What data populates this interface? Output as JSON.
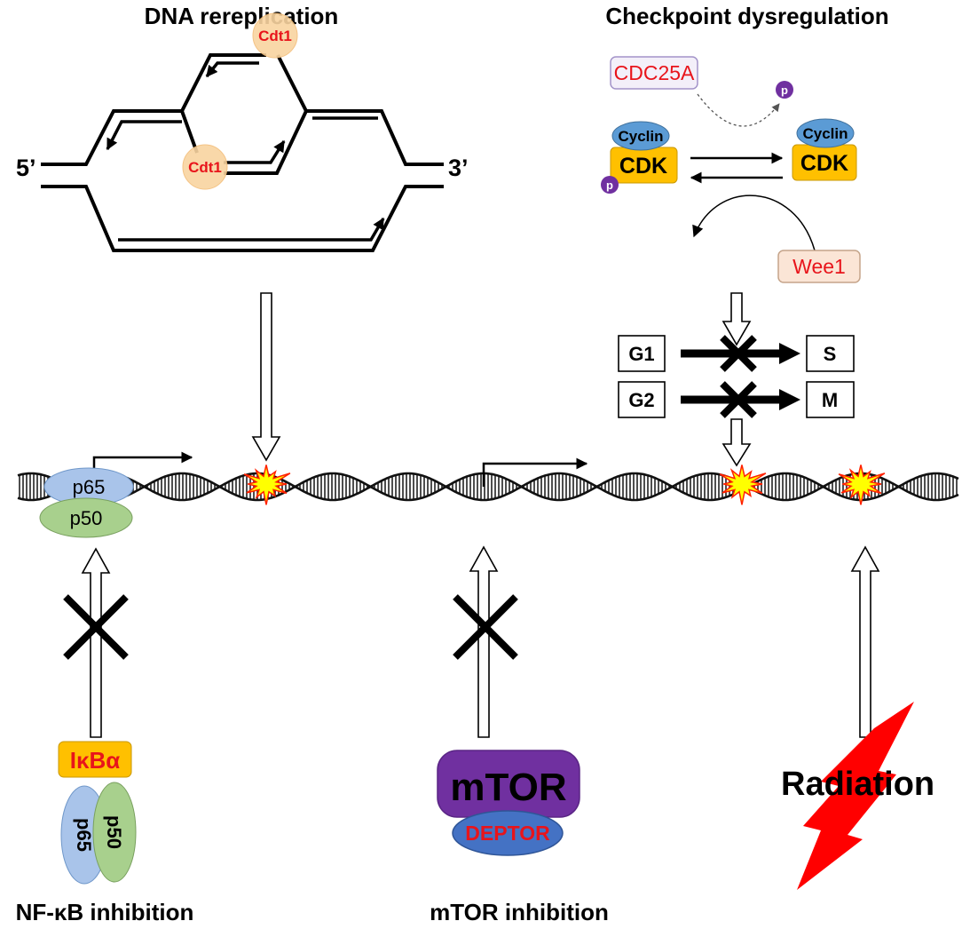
{
  "titles": {
    "rereplication": "DNA rereplication",
    "checkpoint": "Checkpoint dysregulation"
  },
  "rereplication": {
    "licensing_factor": "Cdt1",
    "five_prime_end": "5’",
    "three_prime_end": "3’"
  },
  "checkpoint": {
    "phosphatase": "CDC25A",
    "kinase": "Wee1",
    "cyclin": "Cyclin",
    "cdk": "CDK",
    "phosphate": "p",
    "transitions": [
      {
        "from": "G1",
        "to": "S",
        "blocked": true
      },
      {
        "from": "G2",
        "to": "M",
        "blocked": true
      }
    ]
  },
  "promoter_complex": {
    "subunits": [
      "p65",
      "p50"
    ]
  },
  "inputs": {
    "nfkb": {
      "label": "NF-κB inhibition",
      "inhibitor": "IκBα",
      "subunits": [
        "p65",
        "p50"
      ],
      "blocked": true
    },
    "mtor": {
      "label": "mTOR inhibition",
      "kinase": "mTOR",
      "inhibitor": "DEPTOR",
      "blocked": true
    },
    "radiation": {
      "label": "Radiation"
    }
  },
  "colors": {
    "label_red": "#e8141b",
    "cdt1": "#f9d4a0",
    "p65": "#a9c4ea",
    "p50": "#a8d08d",
    "cyclin": "#5b9bd5",
    "cdk": "#ffc000",
    "phosphate": "#7030a0",
    "mtor": "#7030a0",
    "deptor": "#4472c4",
    "cdc25a_box": "#f3eff9",
    "wee1_box": "#fbe5d6",
    "damage": "#ffff00",
    "radiation_bolt": "#ff0000"
  }
}
